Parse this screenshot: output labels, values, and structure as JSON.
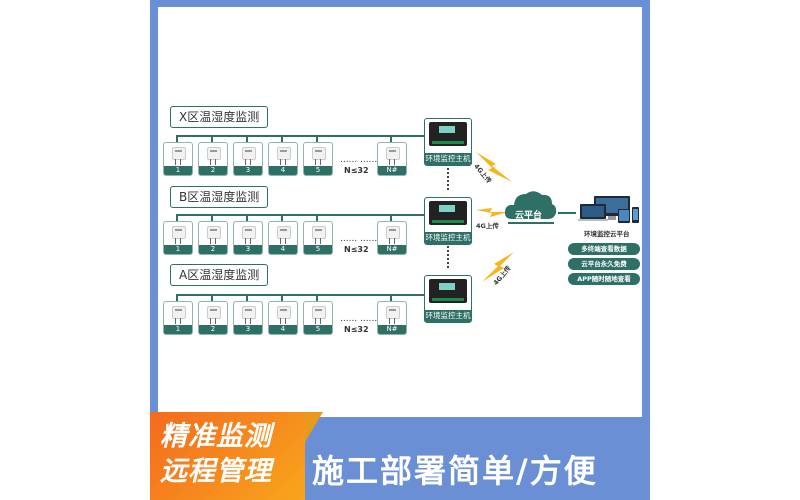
{
  "zones": [
    {
      "label": "X区温湿度监测",
      "sensors": [
        "1",
        "2",
        "3",
        "4",
        "5"
      ],
      "last_sensor": "N#",
      "ellipsis": "...... ......",
      "max": "N≤32",
      "host_label": "环境监控主机"
    },
    {
      "label": "B区温湿度监测",
      "sensors": [
        "1",
        "2",
        "3",
        "4",
        "5"
      ],
      "last_sensor": "N#",
      "ellipsis": "...... ......",
      "max": "N≤32",
      "host_label": "环境监控主机"
    },
    {
      "label": "A区温湿度监测",
      "sensors": [
        "1",
        "2",
        "3",
        "4",
        "5"
      ],
      "last_sensor": "N#",
      "ellipsis": "...... ......",
      "max": "N≤32",
      "host_label": "环境监控主机"
    }
  ],
  "uplink_labels": [
    "4G上传",
    "4G上传",
    "4G上传"
  ],
  "cloud": {
    "label": "云平台"
  },
  "platform": {
    "label": "环境监控云平台"
  },
  "features": [
    "多终端查看数据",
    "云平台永久免费",
    "APP随时随地查看"
  ],
  "banner": {
    "left_line1": "精准监测",
    "left_line2": "远程管理",
    "right": "施工部署简单/方便"
  },
  "colors": {
    "frame": "#6a8fd4",
    "teal": "#2e6f66",
    "orange_start": "#f46a1f",
    "orange_end": "#f8a51c",
    "bolt": "#f7b51c"
  }
}
